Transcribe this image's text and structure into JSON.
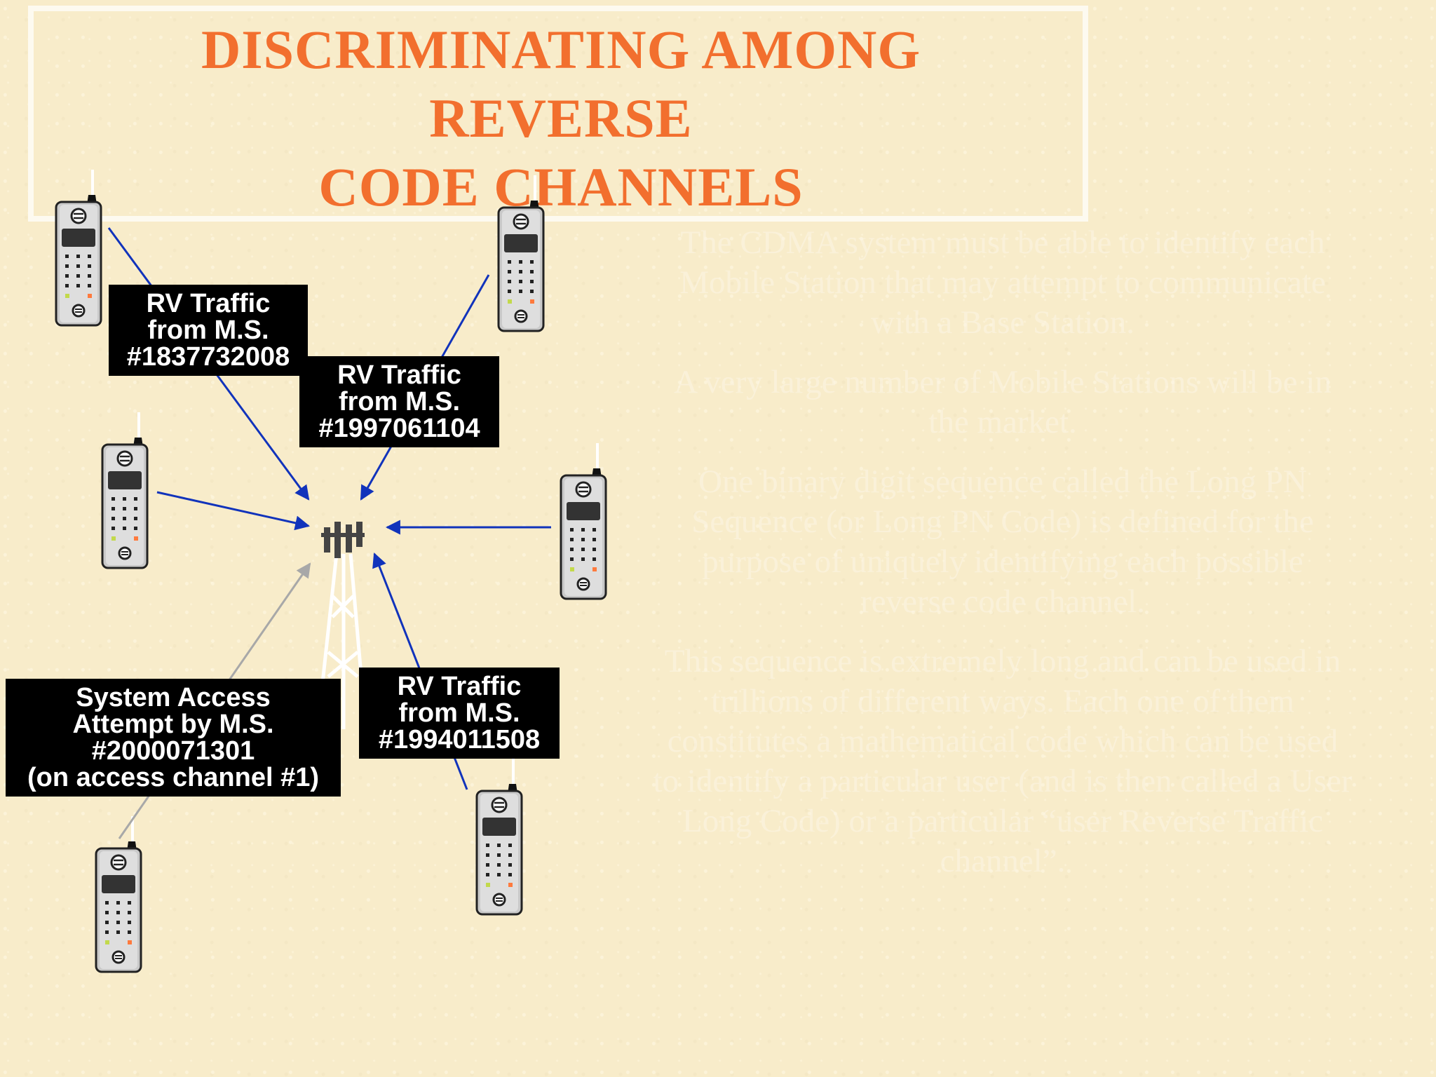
{
  "title": {
    "line1": "DISCRIMINATING AMONG",
    "line2": "REVERSE",
    "line3": "CODE CHANNELS"
  },
  "labels": {
    "ms1": {
      "line1": "RV Traffic",
      "line2": "from M.S.",
      "line3": "#1837732008"
    },
    "ms2": {
      "line1": "RV Traffic",
      "line2": "from M.S.",
      "line3": "#1997061104"
    },
    "ms3": {
      "line1": "RV Traffic",
      "line2": "from M.S.",
      "line3": "#1994011508"
    },
    "access": {
      "line1": "System Access",
      "line2": "Attempt by M.S.",
      "line3": "#2000071301",
      "line4": "(on access channel #1)"
    }
  },
  "notes": [
    "The CDMA system must be able to identify each Mobile Station that may attempt to communicate with a Base Station.",
    "A very large number of Mobile Stations will be in the market.",
    "One binary digit sequence called the Long PN Sequence (or Long PN Code) is defined for the purpose of uniquely identifying each possible reverse code channel.",
    "This sequence is extremely long and can be used in trillions of different ways.  Each one of them constitutes a mathematical code which can be used to identify a particular user (and is then called a User Long Code) or a particular “user Reverse Traffic channel”."
  ],
  "colors": {
    "title": "#f26f2e",
    "traffic_arrow": "#1133bb",
    "access_arrow": "#a8a8a8",
    "label_bg": "#000000",
    "background": "#f8ecca"
  },
  "icons": [
    "cell-tower-icon",
    "mobile-phone-icon"
  ]
}
